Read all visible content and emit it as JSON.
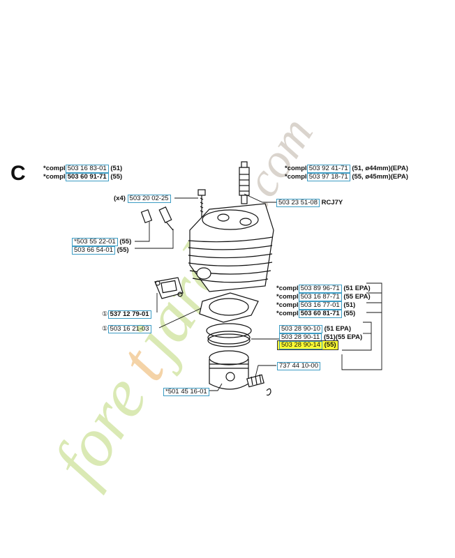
{
  "section_letter": "C",
  "labels": {
    "top_left": [
      {
        "prefix": "*compl",
        "part": "503 16 83-01",
        "suffix": "(51)"
      },
      {
        "prefix": "*compl",
        "part": "503 60 91-71",
        "suffix": "(55)"
      }
    ],
    "top_right": [
      {
        "prefix": "*compl",
        "part": "503 92 41-71",
        "suffix": "(51, ø44mm)(EPA)"
      },
      {
        "prefix": "*compl",
        "part": "503 97 18-71",
        "suffix": "(55, ø45mm)(EPA)"
      }
    ],
    "screw": {
      "prefix": "(x4)",
      "part": "503 20 02-25"
    },
    "spark_plug": {
      "part": "503 23 51-08",
      "suffix": "RCJ7Y"
    },
    "decomp_left": [
      {
        "prefix": "*",
        "part": "503 55 22-01",
        "suffix": "(55)"
      },
      {
        "prefix": "",
        "part": "503 66 54-01",
        "suffix": "(55)"
      }
    ],
    "gasket_exhaust": {
      "prefix": "①",
      "part": "537 12 79-01"
    },
    "gasket_base": {
      "prefix": "①",
      "part": "503 16 21-03"
    },
    "right_group": [
      {
        "prefix": "*compl",
        "part": "503 89 96-71",
        "suffix": "(51 EPA)"
      },
      {
        "prefix": "*compl",
        "part": "503 16 87-71",
        "suffix": "(55 EPA)"
      },
      {
        "prefix": "*compl",
        "part": "503 16 77-01",
        "suffix": "(51)"
      },
      {
        "prefix": "*compl",
        "part": "503 60 81-71",
        "suffix": "(55)"
      }
    ],
    "rings": [
      {
        "part": "503 28 90-10",
        "suffix": "(51 EPA)",
        "highlight": false
      },
      {
        "part": "503 28 90-11",
        "suffix": "(51)(55 EPA)",
        "highlight": false
      },
      {
        "part": "503 28 90-14",
        "suffix": "(55)",
        "highlight": true
      }
    ],
    "circlip": {
      "part": "737 44 10-00"
    },
    "bearing": {
      "prefix": "*",
      "part": "501 45 16-01"
    }
  },
  "watermark": "forestjardin.com",
  "colors": {
    "part_box": "#3b9bc3",
    "highlight": "#ffff33",
    "watermark_green": "#cfe3a0",
    "watermark_orange": "#f3cf9e",
    "watermark_gray": "#d6d0c8"
  }
}
